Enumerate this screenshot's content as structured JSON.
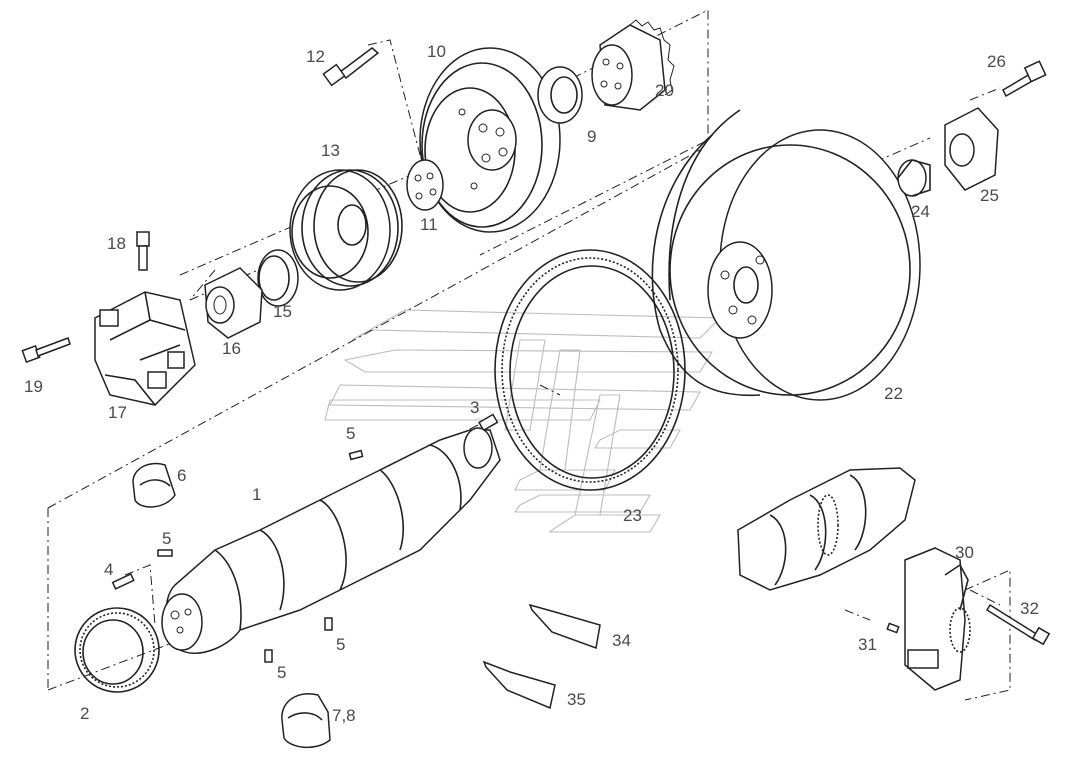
{
  "diagram": {
    "type": "exploded parts diagram",
    "parts": [
      {
        "id": "p1",
        "label": "1"
      },
      {
        "id": "p2",
        "label": "2"
      },
      {
        "id": "p3",
        "label": "3"
      },
      {
        "id": "p4",
        "label": "4"
      },
      {
        "id": "p5a",
        "label": "5"
      },
      {
        "id": "p5b",
        "label": "5"
      },
      {
        "id": "p5c",
        "label": "5"
      },
      {
        "id": "p5d",
        "label": "5"
      },
      {
        "id": "p6",
        "label": "6"
      },
      {
        "id": "p78",
        "label": "7,8"
      },
      {
        "id": "p9",
        "label": "9"
      },
      {
        "id": "p10",
        "label": "10"
      },
      {
        "id": "p11",
        "label": "11"
      },
      {
        "id": "p12",
        "label": "12"
      },
      {
        "id": "p13",
        "label": "13"
      },
      {
        "id": "p15",
        "label": "15"
      },
      {
        "id": "p16",
        "label": "16"
      },
      {
        "id": "p17",
        "label": "17"
      },
      {
        "id": "p18",
        "label": "18"
      },
      {
        "id": "p19",
        "label": "19"
      },
      {
        "id": "p20",
        "label": "20"
      },
      {
        "id": "p22",
        "label": "22"
      },
      {
        "id": "p23",
        "label": "23"
      },
      {
        "id": "p24",
        "label": "24"
      },
      {
        "id": "p25",
        "label": "25"
      },
      {
        "id": "p26",
        "label": "26"
      },
      {
        "id": "p30",
        "label": "30"
      },
      {
        "id": "p31",
        "label": "31"
      },
      {
        "id": "p32",
        "label": "32"
      },
      {
        "id": "p34",
        "label": "34"
      },
      {
        "id": "p35",
        "label": "35"
      }
    ]
  }
}
